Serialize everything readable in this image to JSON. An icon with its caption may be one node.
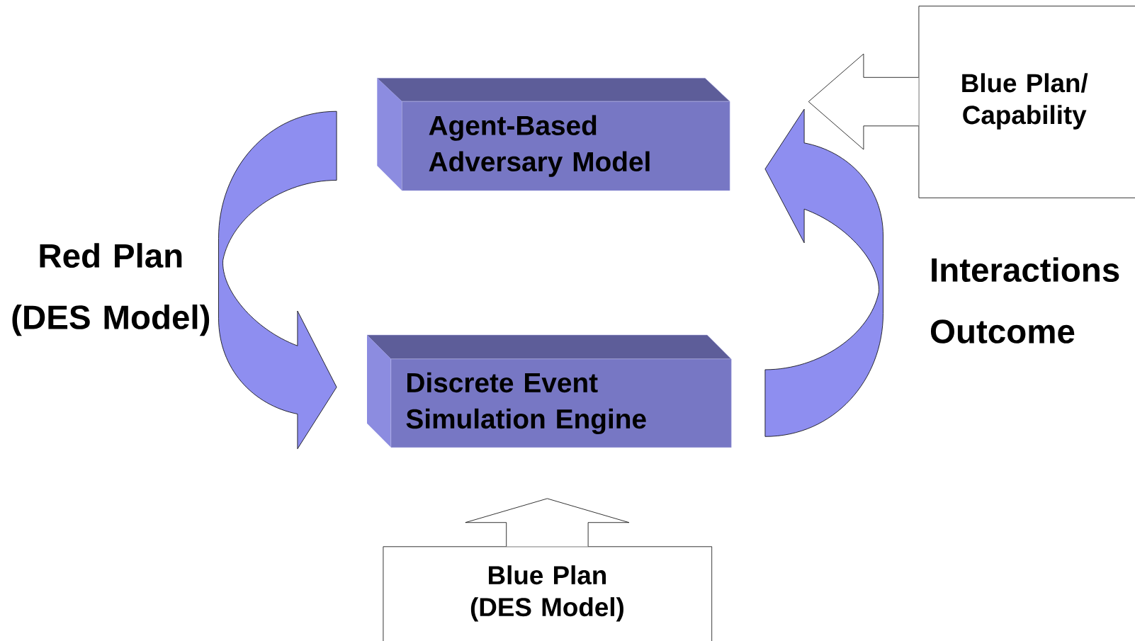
{
  "diagram": {
    "nodes": [
      {
        "text": [
          "Agent-Based Adversary Model"
        ]
      },
      {
        "text": [
          "Discrete Event Simulation Engine"
        ]
      },
      {
        "text": [
          "Blue Plan/ Capability"
        ]
      },
      {
        "text": [
          "Blue Plan (DES Model)"
        ]
      }
    ],
    "edges": [
      {
        "from": 0,
        "to": 1,
        "arrow": "to",
        "label": "Red Plan (DES Model)"
      },
      {
        "from": 1,
        "to": 0,
        "arrow": "to",
        "label": "Interactions Outcome"
      },
      {
        "from": 2,
        "to": 0,
        "arrow": "to"
      },
      {
        "from": 3,
        "to": 1,
        "arrow": "to"
      }
    ]
  }
}
